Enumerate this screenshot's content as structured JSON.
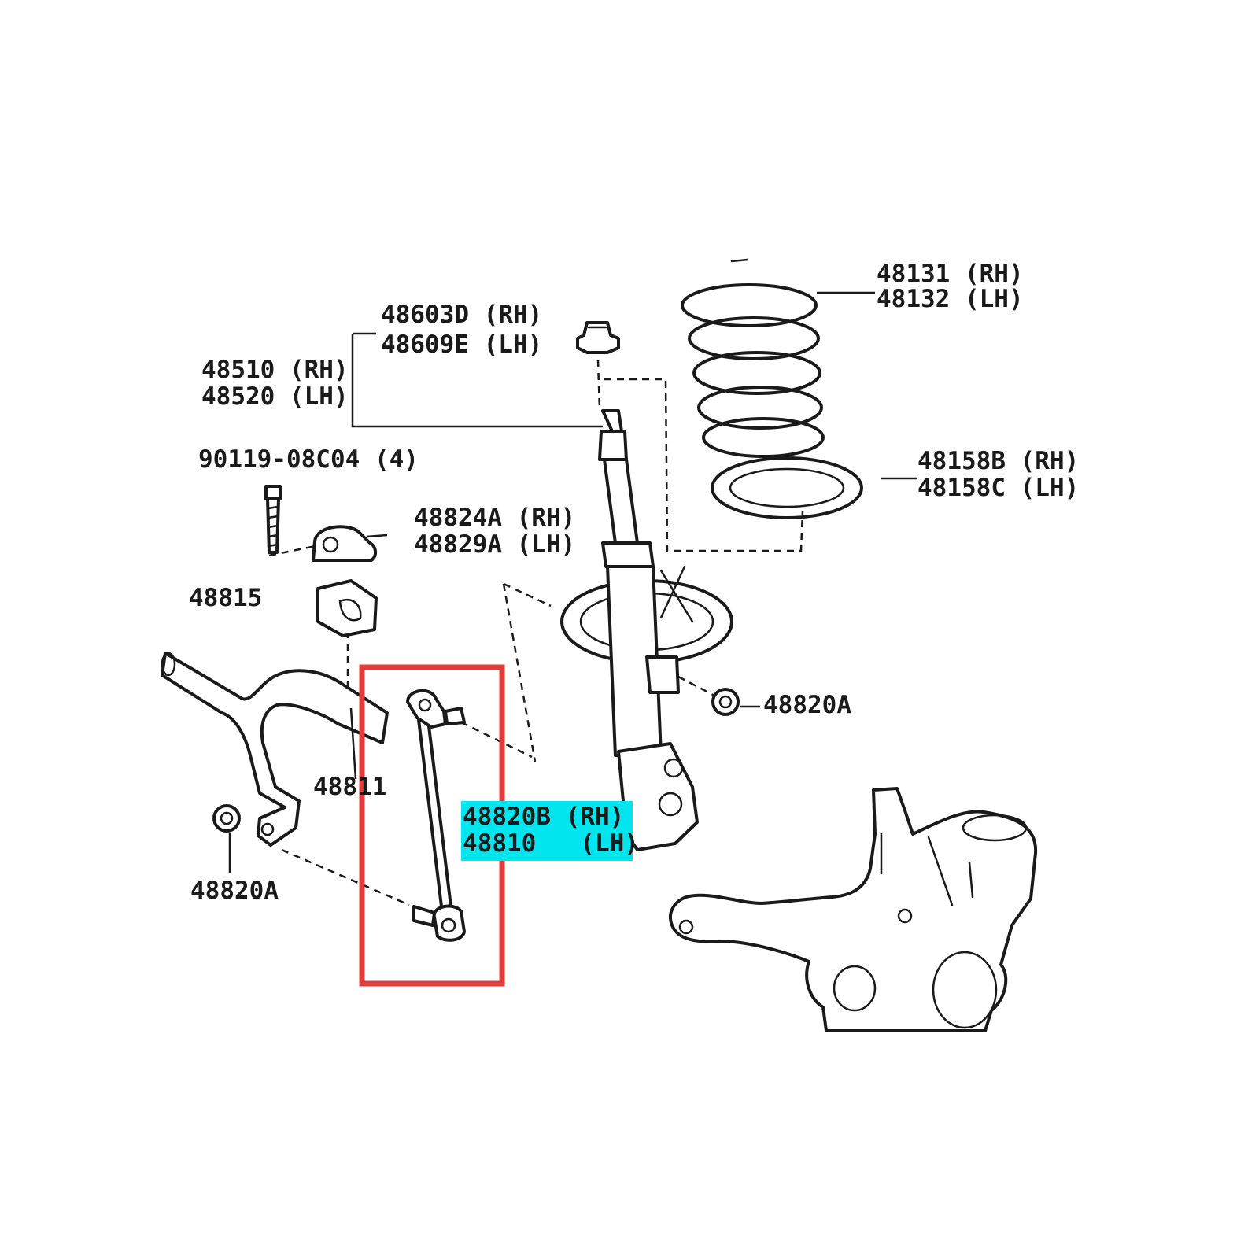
{
  "highlight": {
    "box_color": "#e03c3c",
    "label_fill": "#00e5ee"
  },
  "labels": {
    "support_nut": {
      "line1": "48603D (RH)",
      "line2": "48609E (LH)"
    },
    "coil_spring": {
      "line1": "48131 (RH)",
      "line2": "48132 (LH)"
    },
    "shock_absorber": {
      "line1": "48510 (RH)",
      "line2": "48520 (LH)"
    },
    "spring_seat": {
      "line1": "48158B (RH)",
      "line2": "48158C (LH)"
    },
    "bolt": {
      "text": "90119-08C04 (4)"
    },
    "bracket": {
      "line1": "48824A (RH)",
      "line2": "48829A (LH)"
    },
    "bushing": {
      "text": "48815"
    },
    "nut_right": {
      "text": "48820A"
    },
    "stabilizer_bar": {
      "text": "48811"
    },
    "stabilizer_link": {
      "line1": "48820B (RH)",
      "line2": "48810   (LH)"
    },
    "nut_left": {
      "text": "48820A"
    }
  }
}
